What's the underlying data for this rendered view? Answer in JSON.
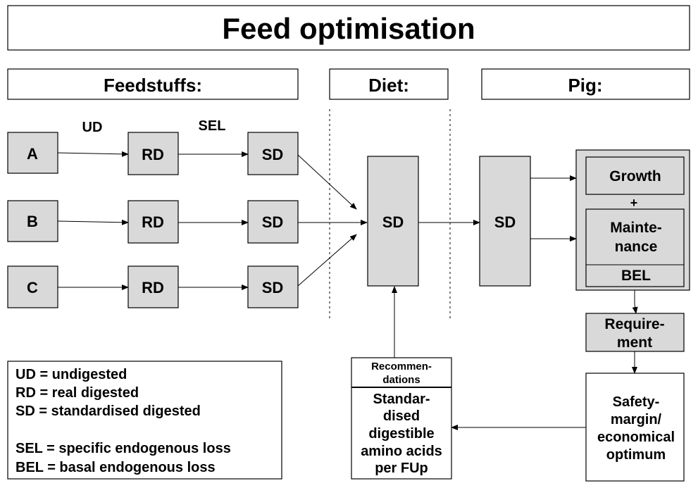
{
  "title": "Feed optimisation",
  "headers": {
    "feedstuffs": "Feedstuffs:",
    "diet": "Diet:",
    "pig": "Pig:"
  },
  "arrow_labels": {
    "ud": "UD",
    "sel": "SEL"
  },
  "feedstuffs": {
    "a": "A",
    "b": "B",
    "c": "C"
  },
  "stage_rd": "RD",
  "stage_sd": "SD",
  "diet_box": "SD",
  "pig_box": "SD",
  "requirement_parts": {
    "growth": "Growth",
    "plus": "+",
    "maintenance": [
      "Mainte-",
      "nance"
    ],
    "bel": "BEL"
  },
  "requirement": [
    "Require-",
    "ment"
  ],
  "safety": [
    "Safety-",
    "margin/",
    "economical",
    "optimum"
  ],
  "recommendations": {
    "header": [
      "Recommen-",
      "dations"
    ],
    "body": [
      "Standar-",
      "dised",
      "digestible",
      "amino acids",
      "per FUp"
    ]
  },
  "legend": [
    "UD = undigested",
    "RD = real digested",
    "SD = standardised digested",
    "",
    "SEL = specific endogenous loss",
    "BEL = basal endogenous loss"
  ]
}
